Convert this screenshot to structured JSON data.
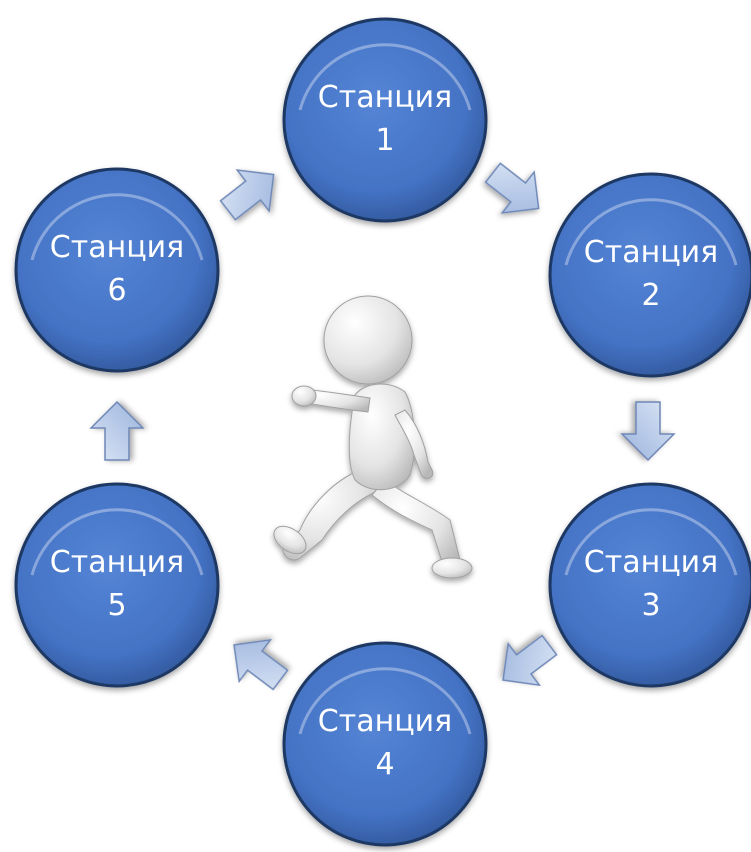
{
  "diagram": {
    "stations": [
      {
        "label": "Станция",
        "number": "1"
      },
      {
        "label": "Станция",
        "number": "2"
      },
      {
        "label": "Станция",
        "number": "3"
      },
      {
        "label": "Станция",
        "number": "4"
      },
      {
        "label": "Станция",
        "number": "5"
      },
      {
        "label": "Станция",
        "number": "6"
      }
    ],
    "colors": {
      "station_fill": "#4472C4",
      "station_border": "#1F3864",
      "arrow_fill": "#B4C7E7",
      "arrow_border": "#6E87B6",
      "figure": "#E6E6E6"
    },
    "arrows": [
      {
        "name": "arrow-6-to-1",
        "direction": "up-right"
      },
      {
        "name": "arrow-1-to-2",
        "direction": "down-right"
      },
      {
        "name": "arrow-2-to-3",
        "direction": "down"
      },
      {
        "name": "arrow-3-to-4",
        "direction": "down-left"
      },
      {
        "name": "arrow-4-to-5",
        "direction": "up-left"
      },
      {
        "name": "arrow-5-to-6",
        "direction": "up"
      }
    ],
    "center_figure": "running-person-icon"
  }
}
